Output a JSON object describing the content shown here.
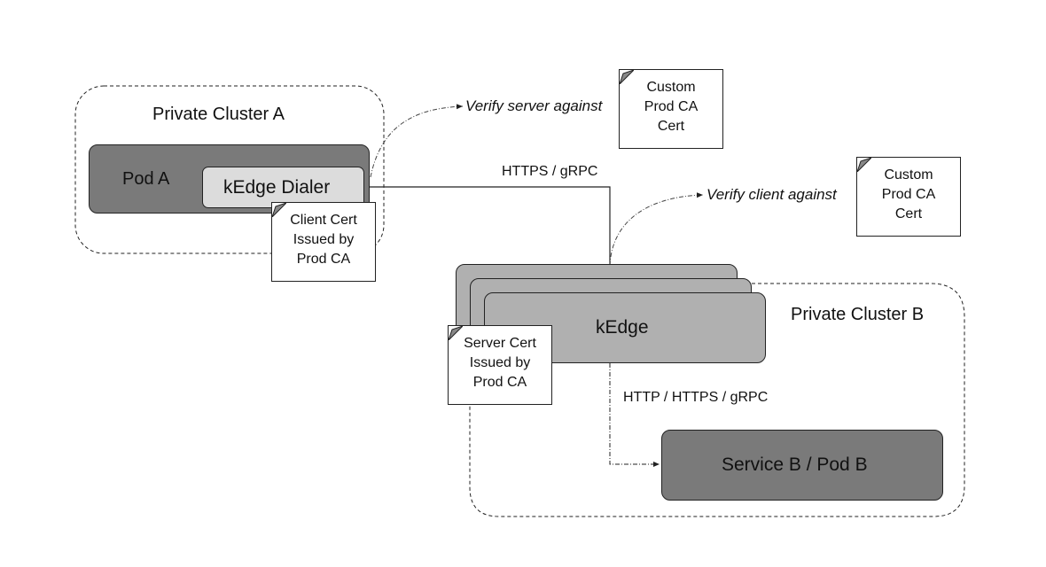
{
  "clusters": {
    "a": {
      "title": "Private Cluster A"
    },
    "b": {
      "title": "Private Cluster B"
    }
  },
  "pod_a": {
    "label": "Pod A",
    "dialer": "kEdge Dialer"
  },
  "kedge": {
    "label": "kEdge"
  },
  "service_b": {
    "label": "Service B / Pod B"
  },
  "notes": {
    "client_cert": [
      "Client Cert",
      "Issued by",
      "Prod CA"
    ],
    "server_cert": [
      "Server Cert",
      "Issued by",
      "Prod CA"
    ],
    "ca_cert_top": [
      "Custom",
      "Prod CA",
      "Cert"
    ],
    "ca_cert_right": [
      "Custom",
      "Prod CA",
      "Cert"
    ]
  },
  "edges": {
    "dialer_to_kedge": "HTTPS / gRPC",
    "kedge_to_service": "HTTP / HTTPS / gRPC",
    "verify_server": "Verify server against",
    "verify_client": "Verify client against"
  },
  "colors": {
    "pod_fill": "#7a7a7a",
    "dialer_fill": "#dcdcdc",
    "kedge_fill": "#b0b0b0",
    "service_fill": "#7a7a7a"
  }
}
